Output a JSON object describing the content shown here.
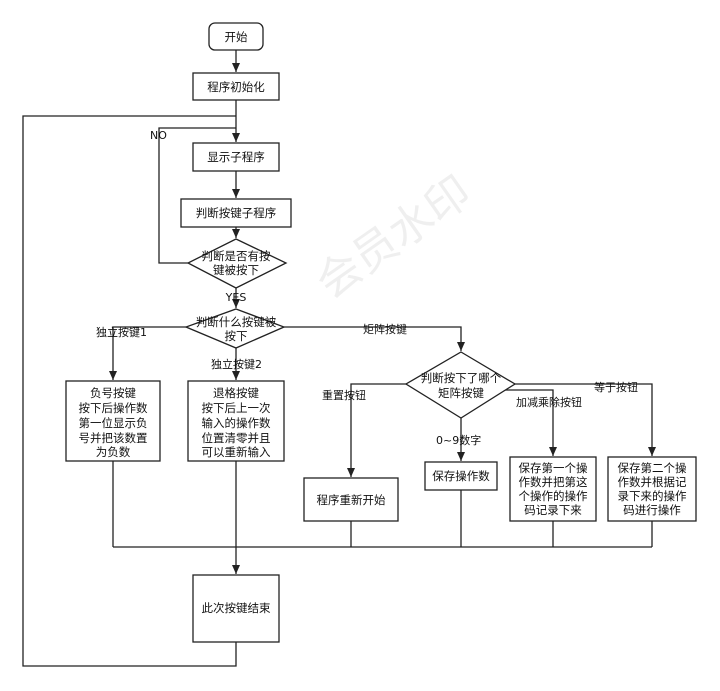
{
  "nodes": {
    "start": "开始",
    "init": "程序初始化",
    "display": "显示子程序",
    "judge_key": "判断按键子程序",
    "key_pressed": [
      "判断是否有按",
      "键被按下"
    ],
    "which_key": [
      "判断什么按键被",
      "按下"
    ],
    "negative": [
      "负号按键",
      "按下后操作数",
      "第一位显示负",
      "号并把该数置",
      "为负数"
    ],
    "backspace": [
      "退格按键",
      "按下后上一次",
      "输入的操作数",
      "位置清零并且",
      "可以重新输入"
    ],
    "matrix_which": [
      "判断按下了哪个",
      "矩阵按键"
    ],
    "restart": "程序重新开始",
    "save_operand": "保存操作数",
    "save_first": [
      "保存第一个操",
      "作数并把第这",
      "个操作的操作",
      "码记录下来"
    ],
    "save_second": [
      "保存第二个操",
      "作数并根据记",
      "录下来的操作",
      "码进行操作"
    ],
    "end": "此次按键结束"
  },
  "labels": {
    "no": "NO",
    "yes": "YES",
    "standalone1": "独立按键1",
    "standalone2": "独立按键2",
    "matrix": "矩阵按键",
    "reset": "重置按钮",
    "digits": "0~9数字",
    "ops": "加减乘除按钮",
    "equals": "等于按钮"
  },
  "watermark": "会员水印"
}
